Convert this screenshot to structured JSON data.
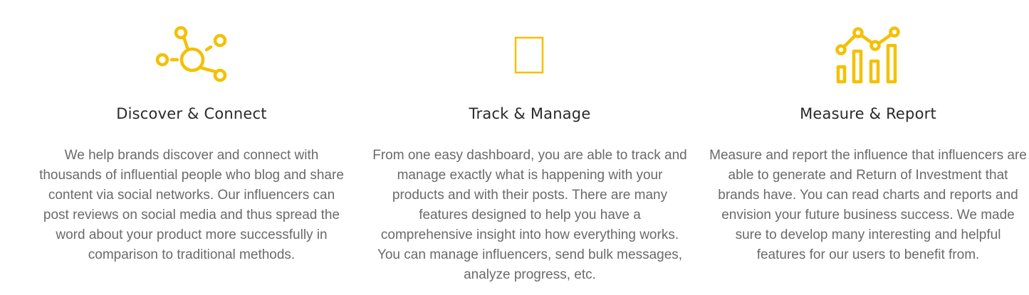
{
  "accent_color": "#f5c000",
  "features": [
    {
      "icon": "network-nodes-icon",
      "title": "Discover & Connect",
      "description": "We help brands discover and connect with thousands of influential people who blog and share content via social networks. Our influencers can post reviews on social media and thus spread the word about your product more successfully in comparison to traditional methods."
    },
    {
      "icon": "missing-image-icon",
      "title": "Track & Manage",
      "description": "From one easy dashboard, you are able to track and manage exactly what is happening with your products and with their posts. There are many features designed to help you have a comprehensive insight into how everything works. You can manage influencers, send bulk messages, analyze progress, etc."
    },
    {
      "icon": "bar-chart-trend-icon",
      "title": "Measure & Report",
      "description": "Measure and report the influence that influencers are able to generate and Return of Investment that brands have. You can read charts and reports and envision your future business success. We made sure to develop many interesting and helpful features for our users to benefit from."
    }
  ]
}
